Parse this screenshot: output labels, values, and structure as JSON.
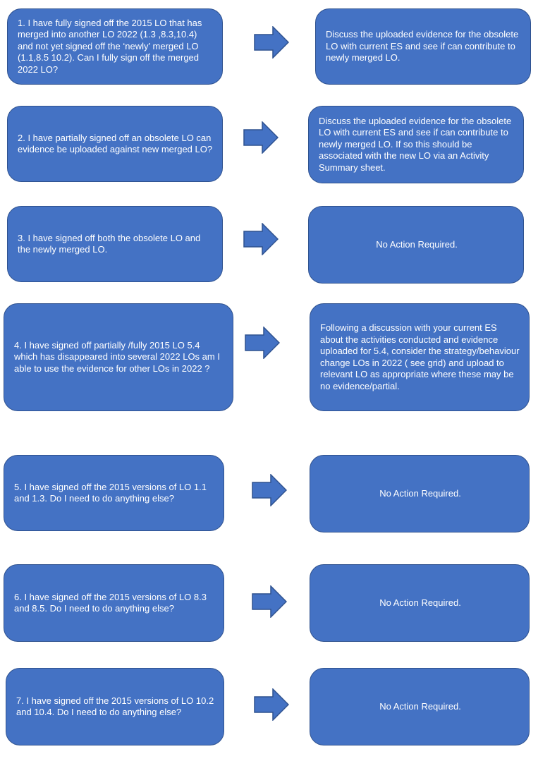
{
  "accent_color": "#4472c4",
  "border_color": "#2f528f",
  "text_color": "#ffffff",
  "rows": [
    {
      "question": "1. I have fully signed off the 2015 LO that has merged into another LO 2022 (1.3 ,8.3,10.4) and not yet signed off the ‘newly’ merged LO (1.1,8.5 10.2). Can I fully sign off the merged 2022 LO?",
      "answer": "Discuss the uploaded evidence for the obsolete LO with current ES and see if can contribute to newly merged LO."
    },
    {
      "question": "2. I have partially signed off an obsolete LO can evidence be uploaded against new merged LO?",
      "answer": "Discuss the uploaded evidence for the obsolete LO with current ES and see if can contribute to newly merged LO. If so this should be associated with the new LO via an Activity Summary sheet."
    },
    {
      "question": "3. I have signed off both the obsolete LO and the newly merged LO.",
      "answer": "No Action Required."
    },
    {
      "question": "4. I have signed off partially /fully 2015 LO 5.4 which has disappeared into several 2022 LOs am I able to use the evidence for other LOs in 2022 ?",
      "answer": "Following a discussion with your current ES about the activities conducted and evidence uploaded for 5.4, consider the strategy/behaviour change LOs in 2022 ( see grid) and upload to relevant LO as appropriate where these may be no evidence/partial."
    },
    {
      "question": "5. I have signed off the 2015 versions of LO 1.1 and 1.3. Do I need to do anything else?",
      "answer": "No Action Required."
    },
    {
      "question": "6. I have signed off the 2015 versions of LO 8.3 and 8.5. Do I need to do anything else?",
      "answer": "No Action Required."
    },
    {
      "question": "7. I have signed off the 2015 versions of LO 10.2 and 10.4. Do I need to do anything else?",
      "answer": "No Action Required."
    }
  ]
}
